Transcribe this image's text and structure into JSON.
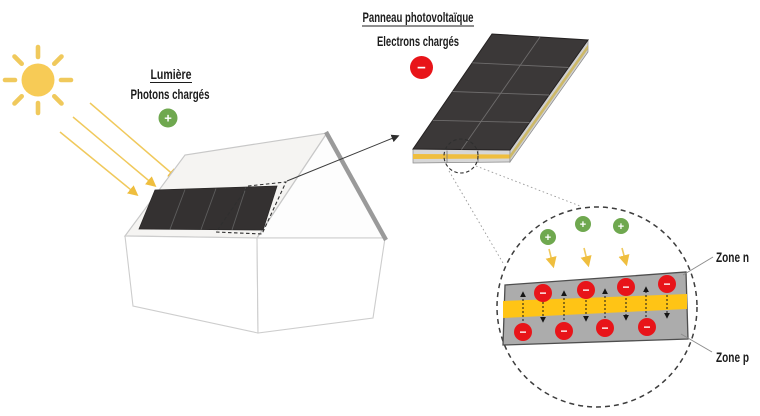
{
  "panel_block": {
    "title": "Panneau photovoltaïque",
    "subtitle": "Electrons chargés"
  },
  "light_block": {
    "title": "Lumière",
    "subtitle": "Photons chargés"
  },
  "junction": {
    "zone_n": "Zone n",
    "zone_p": "Zone p"
  },
  "icons": {
    "photon_symbol": "+",
    "electron_symbol": "−"
  },
  "colors": {
    "sun": "#F7CB56",
    "ray": "#F0C95C",
    "photon_green": "#6FA84F",
    "electron_red": "#E81419",
    "junction_yellow": "#FFC415",
    "slab_gray": "#ACACAC",
    "panel_dark": "#3B3838",
    "panel_edge": "#D7D7D7",
    "panel_stripe": "#EFBE3E",
    "line_gray": "#C8C8C8",
    "edge_thick": "#9A9A9A",
    "ink": "#1C1C1C"
  }
}
